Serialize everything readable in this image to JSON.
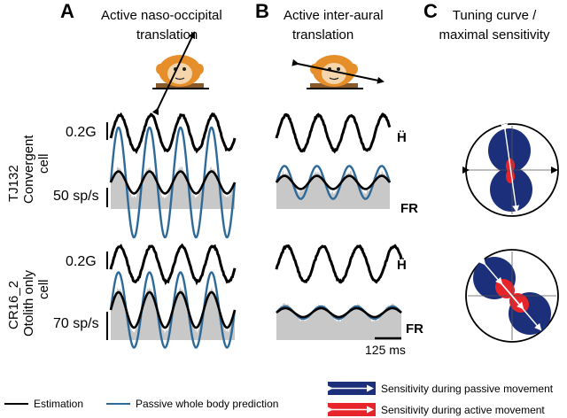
{
  "panels": {
    "a": {
      "letter": "A",
      "title_line1": "Active naso-occipital",
      "title_line2": "translation"
    },
    "b": {
      "letter": "B",
      "title_line1": "Active inter-aural",
      "title_line2": "translation"
    },
    "c": {
      "letter": "C",
      "title_line1": "Tuning curve /",
      "title_line2": "maximal sensitivity"
    }
  },
  "rows": [
    {
      "id": "TJ132",
      "type_line1": "Convergent",
      "type_line2": "cell",
      "accel_scale": "0.2G",
      "fr_scale": "50 sp/s"
    },
    {
      "id": "CR16_2",
      "type_line1": "Otolith only",
      "type_line2": "cell",
      "accel_scale": "0.2G",
      "fr_scale": "70 sp/s"
    }
  ],
  "axis_labels": {
    "accel": "Ḧ",
    "fr": "FR"
  },
  "time_scale": "125 ms",
  "legend": {
    "estimation": "Estimation",
    "passive_prediction": "Passive whole body prediction",
    "passive_sensitivity": "Sensitivity during passive movement",
    "active_sensitivity": "Sensitivity during active movement"
  },
  "colors": {
    "estimation": "#000000",
    "passive_prediction": "#2e6a99",
    "firing_rate_fill": "#c8c8c8",
    "passive_lobe": "#1c2f7a",
    "active_lobe": "#e8242b",
    "monkey_fur": "#e58e2a",
    "platform": "#8a5a2b"
  },
  "chart_data": [
    {
      "type": "line",
      "panel": "A",
      "cell": "TJ132",
      "stimulus": {
        "name": "Ḧ",
        "cycles": 4
      },
      "firing_rate": {
        "name": "FR",
        "cycles": 4
      },
      "series": [
        {
          "name": "Estimation",
          "cycles": 4,
          "relative_amplitude": 0.2
        },
        {
          "name": "Passive whole body prediction",
          "cycles": 4,
          "relative_amplitude": 1.0
        }
      ]
    },
    {
      "type": "line",
      "panel": "B",
      "cell": "TJ132",
      "stimulus": {
        "name": "Ḧ",
        "cycles": 3.5
      },
      "firing_rate": {
        "name": "FR",
        "cycles": 3.5
      },
      "series": [
        {
          "name": "Estimation",
          "cycles": 3.5,
          "relative_amplitude": 0.12
        },
        {
          "name": "Passive whole body prediction",
          "cycles": 3.5,
          "relative_amplitude": 0.3
        }
      ]
    },
    {
      "type": "line",
      "panel": "A",
      "cell": "CR16_2",
      "stimulus": {
        "name": "Ḧ",
        "cycles": 4
      },
      "firing_rate": {
        "name": "FR",
        "cycles": 4
      },
      "series": [
        {
          "name": "Estimation",
          "cycles": 4,
          "relative_amplitude": 0.4
        },
        {
          "name": "Passive whole body prediction",
          "cycles": 4,
          "relative_amplitude": 0.85
        }
      ]
    },
    {
      "type": "line",
      "panel": "B",
      "cell": "CR16_2",
      "stimulus": {
        "name": "Ḧ",
        "cycles": 3.5
      },
      "firing_rate": {
        "name": "FR",
        "cycles": 3.5
      },
      "series": [
        {
          "name": "Estimation",
          "cycles": 3.5,
          "relative_amplitude": 0.1
        },
        {
          "name": "Passive whole body prediction",
          "cycles": 3.5,
          "relative_amplitude": 0.14
        }
      ]
    }
  ]
}
